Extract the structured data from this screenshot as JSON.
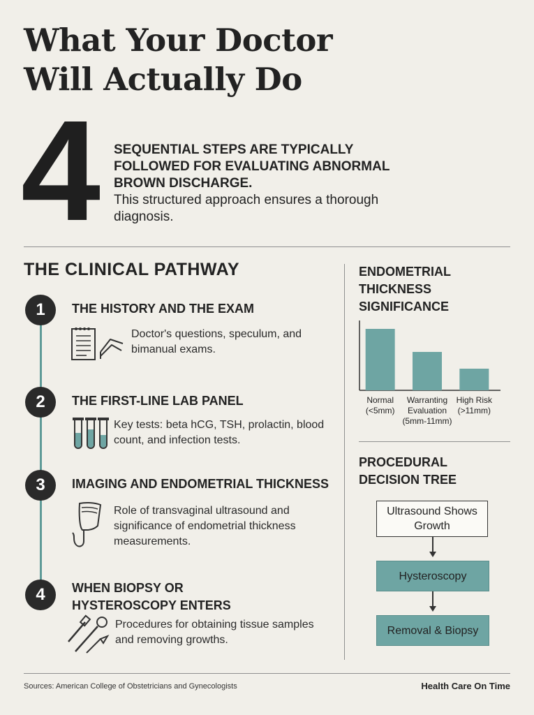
{
  "header": {
    "title_line1": "What Your Doctor",
    "title_line2": "Will Actually Do",
    "big_number": "4",
    "lead_strong": "Sequential steps are typically followed for evaluating abnormal brown discharge.",
    "lead_rest": "This structured approach ensures a thorough diagnosis."
  },
  "pathway": {
    "title": "THE CLINICAL PATHWAY",
    "steps": [
      {
        "number": "1",
        "title": "The History and the Exam",
        "desc": "Doctor's questions, speculum, and bimanual exams.",
        "icon": "clipboard-speculum-icon"
      },
      {
        "number": "2",
        "title": "The First-Line Lab Panel",
        "desc": "Key tests: beta hCG, TSH, prolactin, blood count, and infection tests.",
        "icon": "test-tubes-icon"
      },
      {
        "number": "3",
        "title": "Imaging and Endometrial Thickness",
        "desc": "Role of transvaginal ultrasound and significance of endometrial thickness measurements.",
        "icon": "ultrasound-probe-icon"
      },
      {
        "number": "4",
        "title": "When Biopsy or Hysteroscopy Enters",
        "desc": "Procedures for obtaining tissue samples and removing growths.",
        "icon": "surgical-tools-icon"
      }
    ]
  },
  "thickness": {
    "title": "Endometrial Thickness Significance"
  },
  "chart_data": {
    "type": "bar",
    "title": "Endometrial Thickness Significance",
    "categories": [
      "Normal (<5mm)",
      "Warranting Evaluation (5mm-11mm)",
      "High Risk (>11mm)"
    ],
    "category_lines": [
      [
        "Normal",
        "(<5mm)"
      ],
      [
        "Warranting",
        "Evaluation",
        "(5mm-11mm)"
      ],
      [
        "High Risk",
        "(>11mm)"
      ]
    ],
    "values": [
      88,
      55,
      31
    ],
    "ylim": [
      0,
      100
    ],
    "grid": false,
    "bar_color": "#6ea5a3"
  },
  "tree": {
    "title": "Procedural Decision Tree",
    "nodes": [
      "Ultrasound Shows Growth",
      "Hysteroscopy",
      "Removal & Biopsy"
    ]
  },
  "footer": {
    "sources": "Sources: American College of Obstetricians and Gynecologists",
    "brand": "Health Care On Time"
  },
  "colors": {
    "background": "#f1efe9",
    "accent": "#6ea5a3",
    "dark": "#2a2a2a"
  }
}
